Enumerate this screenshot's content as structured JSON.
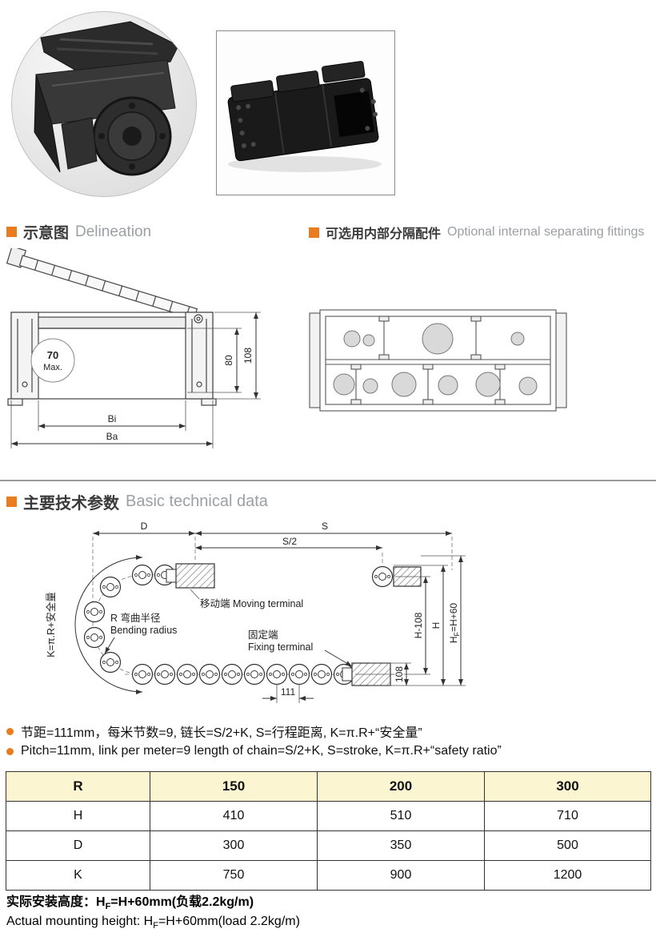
{
  "sections": {
    "delineation": {
      "zh": "示意图",
      "en": "Delineation"
    },
    "fittings": {
      "zh": "可选用内部分隔配件",
      "en": "Optional internal separating fittings"
    },
    "technical": {
      "zh": "主要技术参数",
      "en": "Basic technical data"
    }
  },
  "delineation_diagram": {
    "max70_line1": "70",
    "max70_line2": "Max.",
    "dim_80": "80",
    "dim_108": "108",
    "dim_bi": "Bi",
    "dim_ba": "Ba"
  },
  "bend_diagram": {
    "dim_d": "D",
    "dim_s": "S",
    "dim_s_half": "S/2",
    "moving_terminal": "移动端 Moving terminal",
    "bending_radius_zh": "R 弯曲半径",
    "bending_radius_en": "Bending radius",
    "fixing_terminal_zh": "固定端",
    "fixing_terminal_en": "Fixing terminal",
    "k_formula": "K=π.R+安全量",
    "dim_h_minus_108": "H-108",
    "dim_h": "H",
    "hf_prefix": "H",
    "hf_sub": "F",
    "hf_rest": "=H+60",
    "dim_108": "108",
    "dim_111": "111"
  },
  "notes": [
    {
      "text": "节距=111mm，每米节数=9, 链长=S/2+K, S=行程距离, K=π.R+“安全量”"
    },
    {
      "text": "Pitch=11mm, link per meter=9 length of chain=S/2+K, S=stroke, K=π.R+“safety ratio”"
    }
  ],
  "table": {
    "header": [
      "R",
      "150",
      "200",
      "300"
    ],
    "rows": [
      [
        "H",
        "410",
        "510",
        "710"
      ],
      [
        "D",
        "300",
        "350",
        "500"
      ],
      [
        "K",
        "750",
        "900",
        "1200"
      ]
    ]
  },
  "footer": {
    "zh_prefix": "实际安装高度：H",
    "zh_sub": "F",
    "zh_rest": "=H+60mm(负载2.2kg/m)",
    "en_prefix": "Actual mounting height: H",
    "en_sub": "F",
    "en_rest": "=H+60mm(load 2.2kg/m)"
  }
}
